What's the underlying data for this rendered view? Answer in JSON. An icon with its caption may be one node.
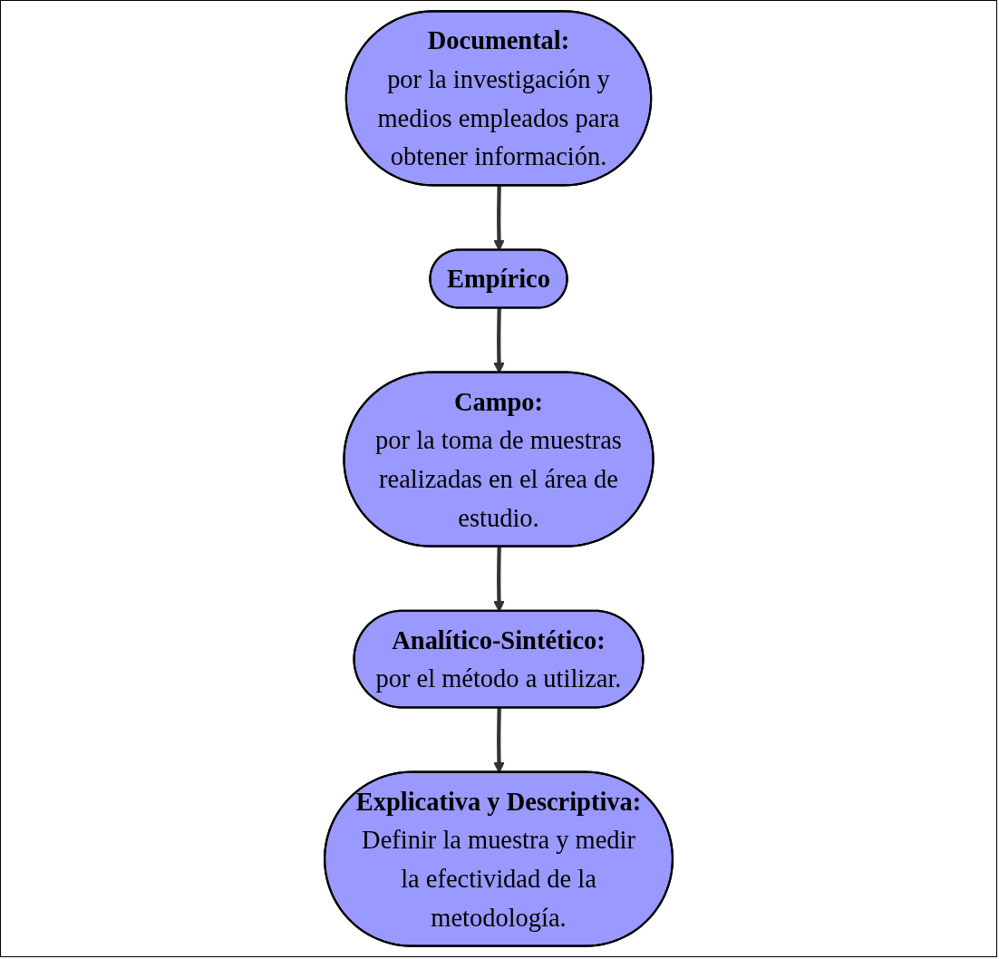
{
  "diagram": {
    "nodes": [
      {
        "text": [
          "Documental:",
          "por la investigación y medios empleados para obtener información."
        ]
      },
      {
        "text": [
          "Empírico"
        ]
      },
      {
        "text": [
          "Campo:",
          "por la toma de muestras realizadas en el área de estudio."
        ]
      },
      {
        "text": [
          "Analítico-Sintético:",
          "por el método a utilizar."
        ]
      },
      {
        "text": [
          "Explicativa y Descriptiva:",
          "Definir la muestra y medir la efectividad de la metodología."
        ]
      }
    ],
    "edges": [
      {
        "from": 0,
        "to": 1,
        "arrow": "to"
      },
      {
        "from": 1,
        "to": 2,
        "arrow": "to"
      },
      {
        "from": 2,
        "to": 3,
        "arrow": "to"
      },
      {
        "from": 3,
        "to": 4,
        "arrow": "to"
      }
    ]
  }
}
